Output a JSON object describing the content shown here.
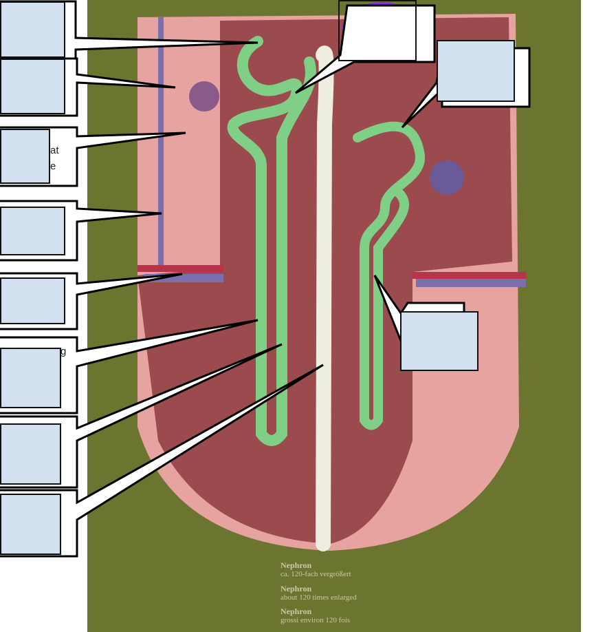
{
  "caption": [
    {
      "title": "Nephron",
      "text": "ca. 120-fach vergrößert"
    },
    {
      "title": "Nephron",
      "text": "about 120 times enlarged"
    },
    {
      "title": "Nephron",
      "text": "grossi environ 120 fois"
    }
  ],
  "fragments": [
    "at",
    "e",
    "g"
  ],
  "labels": [
    "",
    "",
    "",
    "",
    "",
    "",
    "",
    "",
    "",
    "",
    ""
  ],
  "colors": {
    "background": "#6b7530",
    "tissue": "#e6a3a0",
    "medulla": "#9b4a4e",
    "tubule": "#7fcf86",
    "collecting_duct": "#eeeee0",
    "highlight_ellipse": "#8a2be2",
    "label_fill": "#d3e0f0"
  }
}
